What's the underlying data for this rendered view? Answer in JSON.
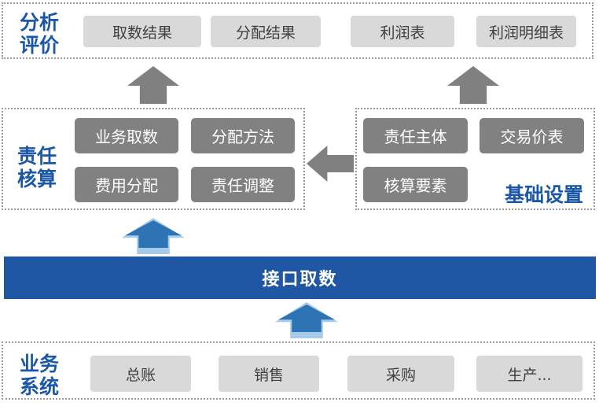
{
  "colors": {
    "label_blue": "#1b57a8",
    "bar_blue": "#1f57a5",
    "chip_light_bg": "#d9d9d9",
    "chip_light_text": "#3f3f3f",
    "chip_dark_bg": "#818181",
    "chip_dark_text": "#ffffff",
    "arrow_gray": "#808080",
    "arrow_blue_fill": "#2e74b5",
    "arrow_blue_outline": "#a6cbe9",
    "dotted_border": "#9a9a9a"
  },
  "analysis": {
    "label": "分析评价",
    "items": [
      "取数结果",
      "分配结果",
      "利润表",
      "利润明细表"
    ]
  },
  "responsibility": {
    "label": "责任核算",
    "items": [
      "业务取数",
      "分配方法",
      "费用分配",
      "责任调整"
    ]
  },
  "basic_settings": {
    "label": "基础设置",
    "items": [
      "责任主体",
      "交易价表",
      "核算要素"
    ]
  },
  "interface": {
    "label": "接口取数"
  },
  "business": {
    "label": "业务系统",
    "items": [
      "总账",
      "销售",
      "采购",
      "生产..."
    ]
  }
}
